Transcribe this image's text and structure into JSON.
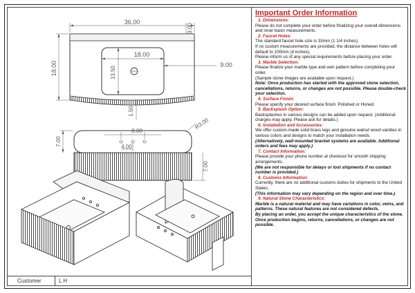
{
  "drawing": {
    "dims": {
      "overall_width": "36.00",
      "top_offset": "3.00",
      "basin_width": "18.00",
      "side_offset": "9.00",
      "overall_depth": "18.00",
      "basin_depth": "13.50",
      "lip": "1.50",
      "hole_spacing": "8.00",
      "hole_offset": "4.00",
      "corner_radius": "R3.00",
      "front_height": "7.00",
      "backsplash_height": "7.00"
    }
  },
  "titleblock": {
    "label": "Customer",
    "value": "L H"
  },
  "order": {
    "title": "Important Order Information",
    "sections": [
      {
        "head": "1. Dimensions:",
        "lines": [
          {
            "t": "Please do not complete your order before finalizing your overall dimensions and inner basin measurements.",
            "em": false
          }
        ]
      },
      {
        "head": "2. Faucet Holes:",
        "lines": [
          {
            "t": "The standard faucet hole size is 33mm (1 1/4 inches).",
            "em": false
          },
          {
            "t": "If no custom measurements are provided, the distance between holes will default to 100mm (4 inches).",
            "em": false
          },
          {
            "t": "Please inform us of any special requirements before placing your order.",
            "em": false
          }
        ]
      },
      {
        "head": "3. Marble Selection:",
        "lines": [
          {
            "t": "Please finalize your marble type and vein pattern before completing your order.",
            "em": false
          },
          {
            "t": "(Sample stone images are available upon request.)",
            "em": false
          },
          {
            "t": "Note: Once production has started with the approved stone selection, cancellations, returns, or changes are not possible. Please double-check your selection.",
            "em": true
          }
        ]
      },
      {
        "head": "4. Surface Finish:",
        "lines": [
          {
            "t": "Please specify your desired surface finish: Polished or Honed.",
            "em": false
          }
        ]
      },
      {
        "head": "5. Backsplash Option:",
        "lines": [
          {
            "t": "Backsplashes in various designs can be added upon request. (Additional charges may apply. Please ask for details.)",
            "em": false
          }
        ]
      },
      {
        "head": "6. Installation and Accessories:",
        "lines": [
          {
            "t": "We offer custom-made solid brass legs and genuine walnut wood vanities in various colors and designs to match your installation needs.",
            "em": false
          },
          {
            "t": "(Alternatively, wall-mounted bracket systems are available. Additional orders and fees may apply.)",
            "em": true
          }
        ]
      },
      {
        "head": "7. Contact Information:",
        "lines": [
          {
            "t": "Please provide your phone number at checkout for smooth shipping arrangements.",
            "em": false
          },
          {
            "t": "(We are not responsible for delays or lost shipments if no contact number is provided.)",
            "em": true
          }
        ]
      },
      {
        "head": "8. Customs Information:",
        "lines": [
          {
            "t": "Currently, there are no additional customs duties for shipments to the United States.",
            "em": false
          },
          {
            "t": "(This information may vary depending on the region and over time.)",
            "em": true
          }
        ]
      },
      {
        "head": "9. Natural Stone Characteristics:",
        "lines": [
          {
            "t": "Marble is a natural material and may have variations in color, veins, and patterns. These natural features are not considered defects.",
            "em": true
          },
          {
            "t": "By placing an order, you accept the unique characteristics of the stone. Once production begins, returns, cancellations, or changes are not possible.",
            "em": true
          }
        ]
      }
    ]
  }
}
